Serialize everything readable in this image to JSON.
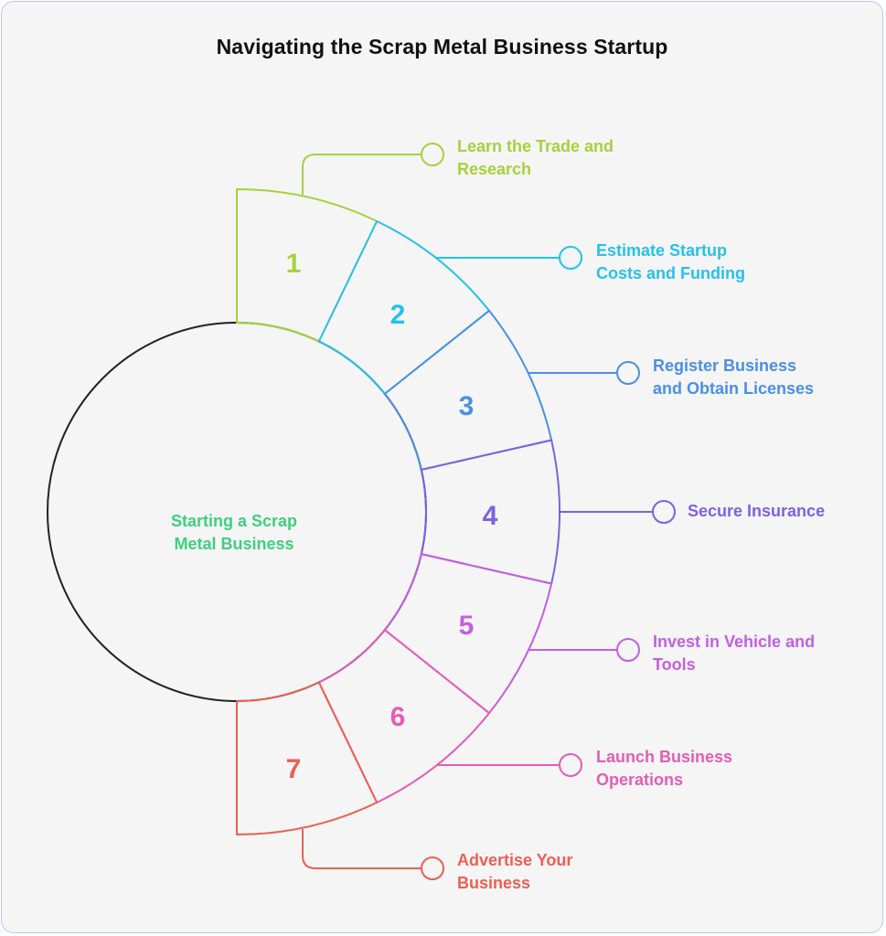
{
  "title": "Navigating the Scrap Metal Business Startup",
  "center": {
    "label_line1": "Starting a Scrap",
    "label_line2": "Metal Business",
    "color": "#3ecf7f"
  },
  "steps": [
    {
      "number": "1",
      "line1": "Learn the Trade and",
      "line2": "Research",
      "color": "#a6d23c"
    },
    {
      "number": "2",
      "line1": "Estimate Startup",
      "line2": "Costs and Funding",
      "color": "#25c2ea"
    },
    {
      "number": "3",
      "line1": "Register Business",
      "line2": "and Obtain Licenses",
      "color": "#4b8fe6"
    },
    {
      "number": "4",
      "line1": "Secure Insurance",
      "line2": "",
      "color": "#7c62e6"
    },
    {
      "number": "5",
      "line1": "Invest in Vehicle and",
      "line2": "Tools",
      "color": "#c35fe2"
    },
    {
      "number": "6",
      "line1": "Launch Business",
      "line2": "Operations",
      "color": "#e35db5"
    },
    {
      "number": "7",
      "line1": "Advertise Your",
      "line2": "Business",
      "color": "#ec5f54"
    }
  ]
}
